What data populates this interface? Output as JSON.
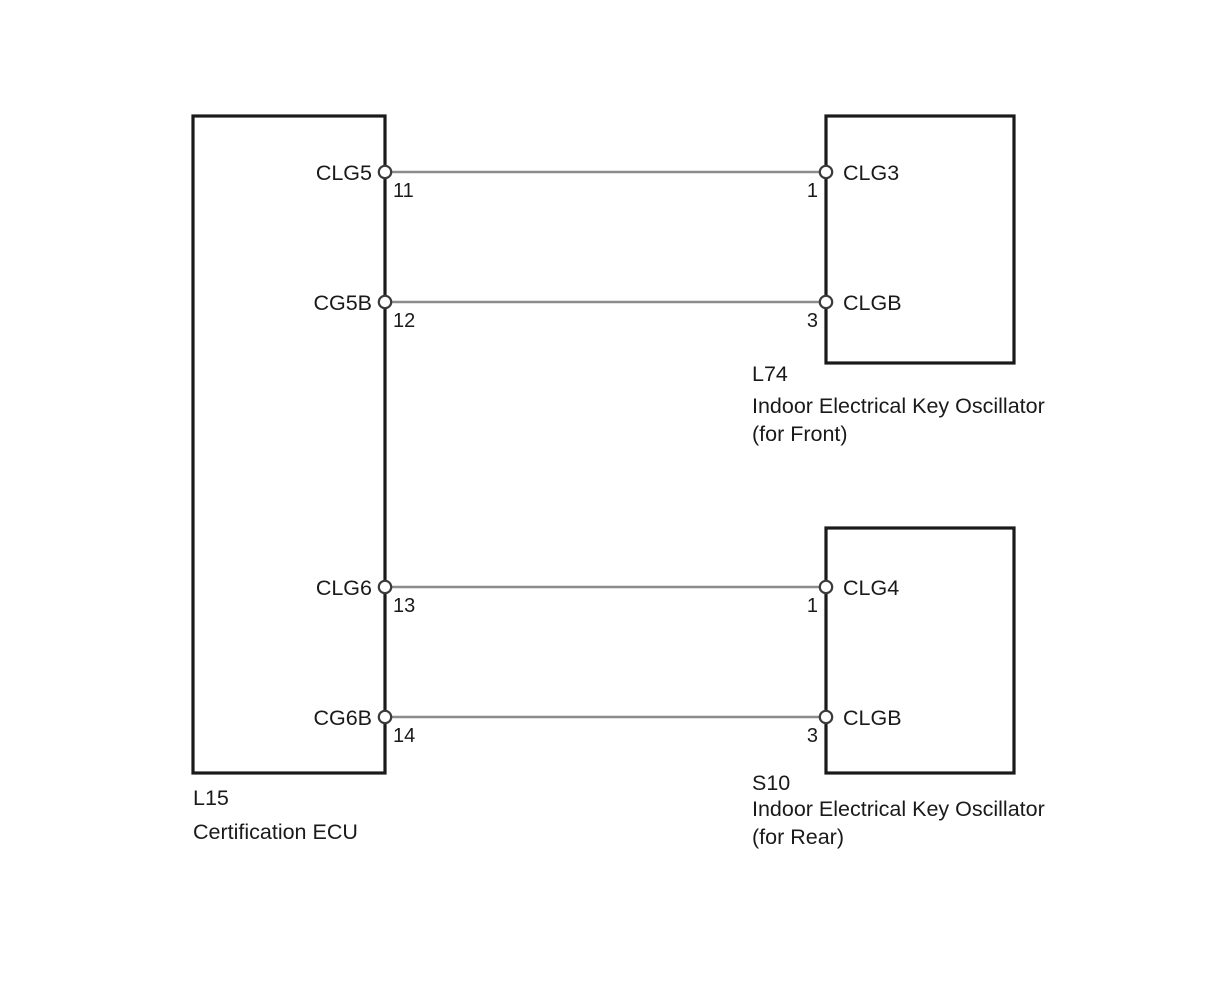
{
  "diagram": {
    "type": "automotive-wiring-diagram",
    "background_color": "#ffffff",
    "line_color": "#1a1a1a",
    "wire_color": "#8c8c8c",
    "components": [
      {
        "id": "ecu",
        "code": "L15",
        "name": "Certification ECU",
        "name_line2": "",
        "terminals": [
          {
            "label": "CLG5",
            "pin": "11"
          },
          {
            "label": "CG5B",
            "pin": "12"
          },
          {
            "label": "CLG6",
            "pin": "13"
          },
          {
            "label": "CG6B",
            "pin": "14"
          }
        ]
      },
      {
        "id": "oscillator-front",
        "code": "L74",
        "name": "Indoor Electrical Key Oscillator",
        "name_line2": "(for Front)",
        "terminals": [
          {
            "label": "CLG3",
            "pin": "1"
          },
          {
            "label": "CLGB",
            "pin": "3"
          }
        ]
      },
      {
        "id": "oscillator-rear",
        "code": "S10",
        "name": "Indoor Electrical Key Oscillator",
        "name_line2": "(for Rear)",
        "terminals": [
          {
            "label": "CLG4",
            "pin": "1"
          },
          {
            "label": "CLGB",
            "pin": "3"
          }
        ]
      }
    ],
    "connections": [
      {
        "from": "L15:11 CLG5",
        "to": "L74:1 CLG3"
      },
      {
        "from": "L15:12 CG5B",
        "to": "L74:3 CLGB"
      },
      {
        "from": "L15:13 CLG6",
        "to": "S10:1 CLG4"
      },
      {
        "from": "L15:14 CG6B",
        "to": "S10:3 CLGB"
      }
    ]
  }
}
